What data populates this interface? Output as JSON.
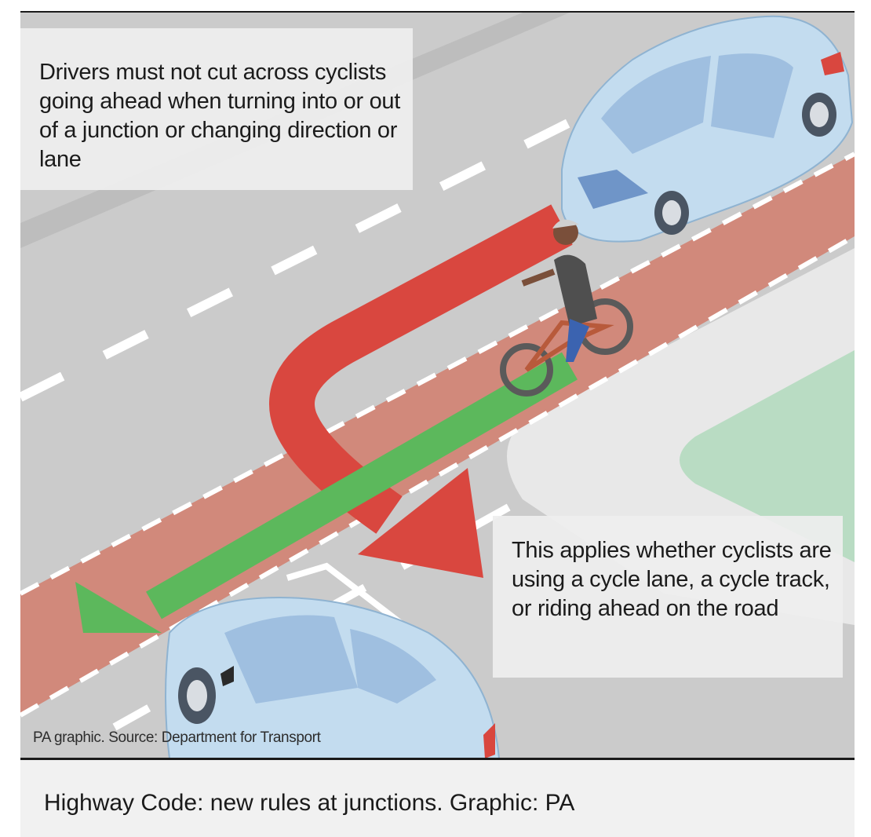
{
  "figure": {
    "callouts": {
      "top": "Drivers must not cut across cyclists going ahead when turning into or out of a junction or changing direction or lane",
      "bottom": "This applies whether cyclists are using a cycle lane, a cycle track, or riding ahead on the road"
    },
    "credit": "PA graphic. Source: Department for Transport",
    "colors": {
      "road": "#c9c9c9",
      "cycle_lane": "#d1897b",
      "turn_arrow": "#d9473f",
      "ahead_arrow": "#5cb85c",
      "car": "#c3dcef",
      "pavement": "#e6e6e6",
      "grass": "#b9dcc3"
    },
    "icons": [
      "car-top-icon",
      "car-bottom-icon",
      "cyclist-icon",
      "turn-arrow-icon",
      "ahead-arrow-icon"
    ]
  },
  "caption": "Highway Code: new rules at junctions. Graphic: PA"
}
